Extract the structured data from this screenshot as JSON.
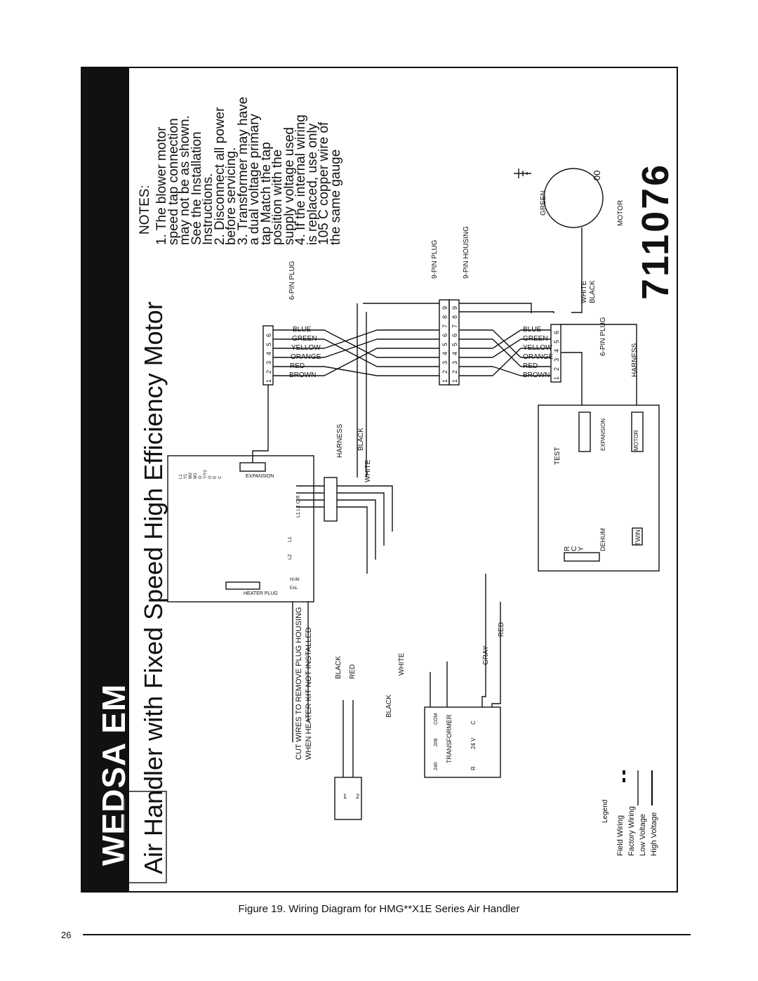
{
  "header": {
    "band_title": "WEDSA EM",
    "main_title": "Air Handler with Fixed Speed High Efficiency Motor"
  },
  "notes": {
    "heading": "NOTES:",
    "lines": [
      "1. The blower motor",
      "speed tap connection",
      "may not be as shown.",
      "See the Installation",
      "Instructions.",
      "2. Disconnect all power",
      "before servicing.",
      "3. Transformer may have",
      "a dual voltage primary",
      "tap Match the tap",
      "position with the",
      "supply voltage used",
      "4. If the internal wiring",
      "is replaced, use only",
      "105 C copper wire of",
      "the same gauge"
    ]
  },
  "part_number": "711076",
  "part_suffix": "00",
  "legend": {
    "title": "Legend",
    "items": [
      "Field Wiring",
      "Factory Wiring",
      "Low Voltage",
      "High Voltage"
    ]
  },
  "labels": {
    "six_pin_plug": "6-PIN PLUG",
    "nine_pin_plug": "9-PIN PLUG",
    "nine_pin_housing": "9-PIN HOUSING",
    "harness": "HARNESS",
    "expansion": "EXPANSION",
    "heater_plug": "HEATER PLUG",
    "test": "TEST",
    "motor": "MOTOR",
    "twin": "TWIN",
    "dehum": "DEHUM",
    "transformer": "TRANSFORMER",
    "cut_wires": "CUT WIRES TO REMOVE PLUG HOUSING",
    "when_heater": "WHEN HEATER KIT NOT INSTALLED",
    "v240": "240",
    "v208": "208",
    "com": "COM",
    "v24": "24 V",
    "r": "R",
    "c": "C",
    "l1": "L1",
    "l2": "L2",
    "hum": "HUM",
    "eal": "EAL",
    "l1l2cr": "L1 L2 C R",
    "rcy": [
      "R",
      "C",
      "Y"
    ],
    "term_left": [
      "1",
      "2"
    ]
  },
  "wire_colors": [
    "BLUE",
    "GREEN",
    "YELLOW",
    "ORANGE",
    "RED",
    "BROWN"
  ],
  "wire_names": {
    "black": "BLACK",
    "white": "WHITE",
    "red": "RED",
    "gray": "GRAY",
    "green": "GREEN"
  },
  "pin_numbers_6": [
    "1",
    "2",
    "3",
    "4",
    "5",
    "6"
  ],
  "pin_numbers_9": [
    "1",
    "2",
    "3",
    "4",
    "5",
    "6",
    "7",
    "8",
    "9"
  ],
  "board_terminals": [
    "L1",
    "Y1",
    "W2",
    "W1",
    "G",
    "Y/Y2",
    "O",
    "R",
    "C"
  ],
  "caption": "Figure 19. Wiring Diagram for HMG**X1E Series Air Handler",
  "page_number": "26"
}
